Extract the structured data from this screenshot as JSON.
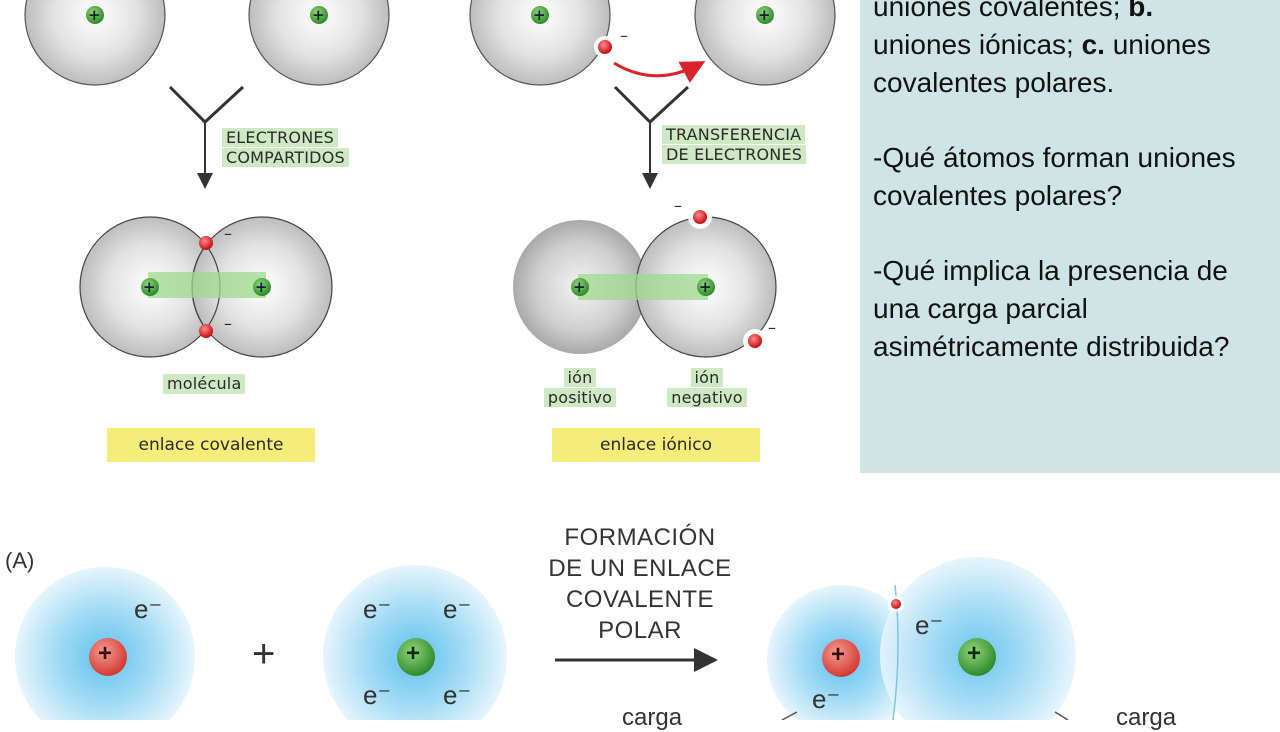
{
  "covalent": {
    "shared_label_1": "ELECTRONES",
    "shared_label_2": "COMPARTIDOS",
    "molecule": "molécula",
    "bond": "enlace covalente"
  },
  "ionic": {
    "transfer_label_1": "TRANSFERENCIA",
    "transfer_label_2": "DE ELECTRONES",
    "positive_ion_1": "ión",
    "positive_ion_2": "positivo",
    "negative_ion_1": "ión",
    "negative_ion_2": "negativo",
    "bond": "enlace iónico"
  },
  "symbols": {
    "plus": "+",
    "minus": "–",
    "electron": "e⁻"
  },
  "panel": {
    "line1": "uniones covalentes; ",
    "line1_bold": "b.",
    "line2": "uniones iónicas; ",
    "line2_bold": "c.",
    "line2_rest": " uniones",
    "line3": "covalentes polares.",
    "question1": "-Qué átomos forman uniones covalentes polares?",
    "question2": "-Qué implica la presencia de una carga parcial asimétricamente distribuida?"
  },
  "polar": {
    "panel_label": "(A)",
    "formation_1": "FORMACIÓN",
    "formation_2": "DE UN ENLACE",
    "formation_3": "COVALENTE",
    "formation_4": "POLAR",
    "charge_left": "carga",
    "charge_right": "carga"
  },
  "colors": {
    "panel_bg": "#cfe4e4",
    "highlight_green": "#cfe9c4",
    "highlight_yellow": "#f6ec7a",
    "nucleus_green": "#4aa83a",
    "nucleus_red": "#e0493f",
    "electron_red": "#d9242b",
    "arrow_red": "#d9242b"
  }
}
